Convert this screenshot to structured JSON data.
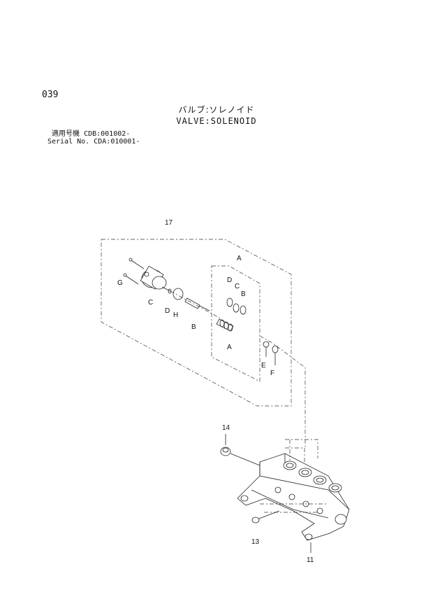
{
  "header": {
    "page_number": "039",
    "title_jp": "バルブ:ソレノイド",
    "title_en": "VALVE:SOLENOID",
    "serial_rows": [
      {
        "label": " 適用号機",
        "value": "CDB:001002-"
      },
      {
        "label": "Serial No.",
        "value": "CDA:010001-"
      }
    ]
  },
  "callouts": {
    "n17": "17",
    "n14": "14",
    "n13": "13",
    "n11": "11",
    "A_top": "A",
    "A_bottom": "A",
    "G": "G",
    "C_left": "C",
    "D_left": "D",
    "H": "H",
    "B_left": "B",
    "D_right": "D",
    "C_right": "C",
    "B_right": "B",
    "E": "E",
    "F": "F"
  }
}
